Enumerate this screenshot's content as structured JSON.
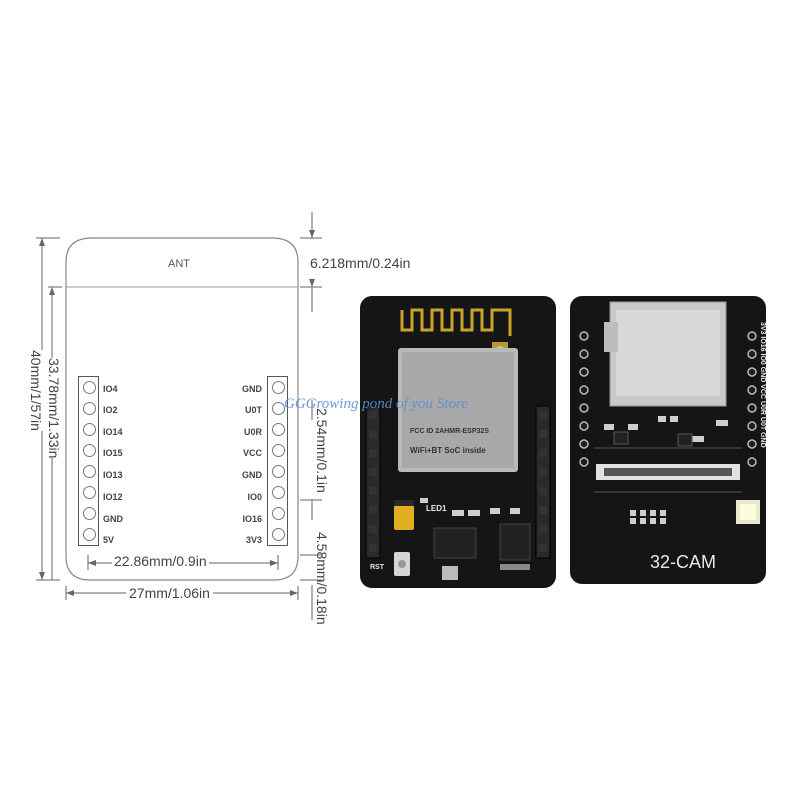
{
  "outline": {
    "ant_label": "ANT",
    "left_pins": [
      "IO4",
      "IO2",
      "IO14",
      "IO15",
      "IO13",
      "IO12",
      "GND",
      "5V"
    ],
    "right_pins": [
      "GND",
      "U0T",
      "U0R",
      "VCC",
      "GND",
      "IO0",
      "IO16",
      "3V3"
    ]
  },
  "dimensions": {
    "ant_height": "6.218mm/0.24in",
    "header_span": "33.78mm/1.33in",
    "total_height": "40mm/1/57in",
    "pin_pitch": "2.54mm/0.1in",
    "pin_spacing_width": "22.86mm/0.9in",
    "total_width": "27mm/1.06in",
    "bottom_margin": "4.58mm/0.18in"
  },
  "watermark": "GGGrowing pond of you Store",
  "front_board": {
    "module_text": [
      "FCC ID 2AHMR-ESP32S",
      "WiFi+BT SoC inside"
    ],
    "led_label": "LED1",
    "rst_label": "RST"
  },
  "back_board": {
    "name": "32-CAM",
    "pin_text": "3V3 IO16 IO0 GND VCC U0R U0T GND"
  },
  "colors": {
    "board": "#151515",
    "silkscreen": "#e8e8e8",
    "gold": "#c9a227",
    "watermark": "#5a8fd8"
  }
}
